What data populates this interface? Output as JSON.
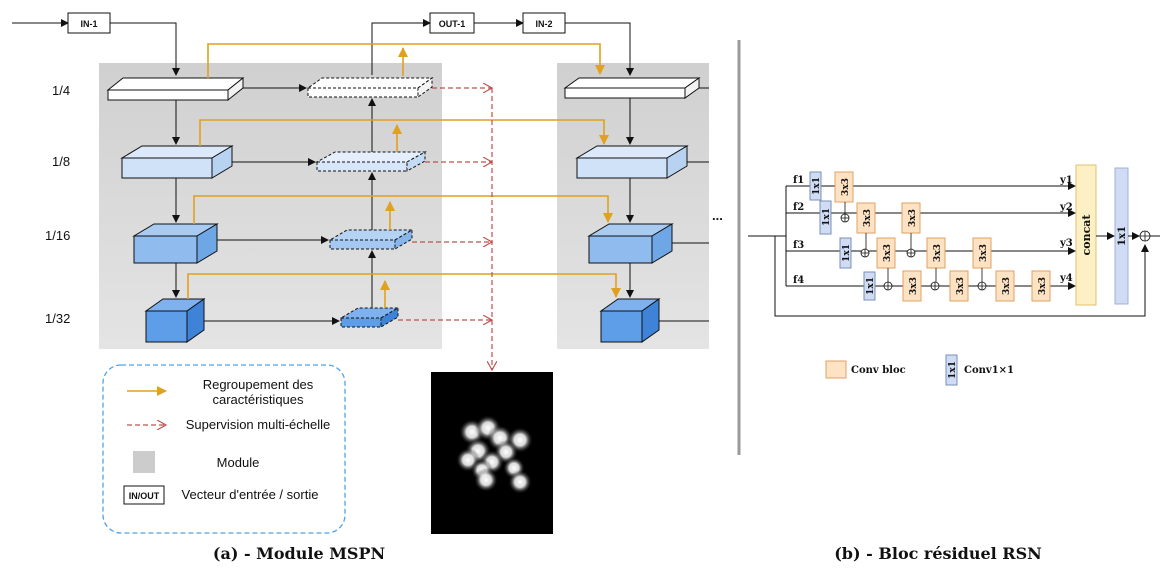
{
  "panel_a": {
    "inputs": {
      "in1": "IN-1",
      "out1": "OUT-1",
      "in2": "IN-2"
    },
    "scales": [
      "1/4",
      "1/8",
      "1/16",
      "1/32"
    ],
    "ellipsis": "...",
    "legend": {
      "feature_line1": "Regroupement des",
      "feature_line2": "caractéristiques",
      "supervision": "Supervision multi-échelle",
      "module": "Module",
      "io_box": "IN/OUT",
      "io_label": "Vecteur d'entrée / sortie"
    },
    "caption": "(a) - Module MSPN"
  },
  "panel_b": {
    "features": [
      "f1",
      "f2",
      "f3",
      "f4"
    ],
    "outputs": [
      "y1",
      "y2",
      "y3",
      "y4"
    ],
    "conv1x1": "1x1",
    "conv3x3": "3x3",
    "concat": "concat",
    "legend_conv_bloc": "Conv bloc",
    "legend_conv1x1_icon": "1x1",
    "legend_conv1x1": "Conv1×1",
    "caption": "(b) - Bloc résiduel RSN"
  },
  "colors": {
    "orange": "#e0a020",
    "red_dashed": "#c0504d",
    "module_gray": "#d9d9d9",
    "conv_bloc": "#fde3c4",
    "conv1x1": "#cfdcf3"
  }
}
